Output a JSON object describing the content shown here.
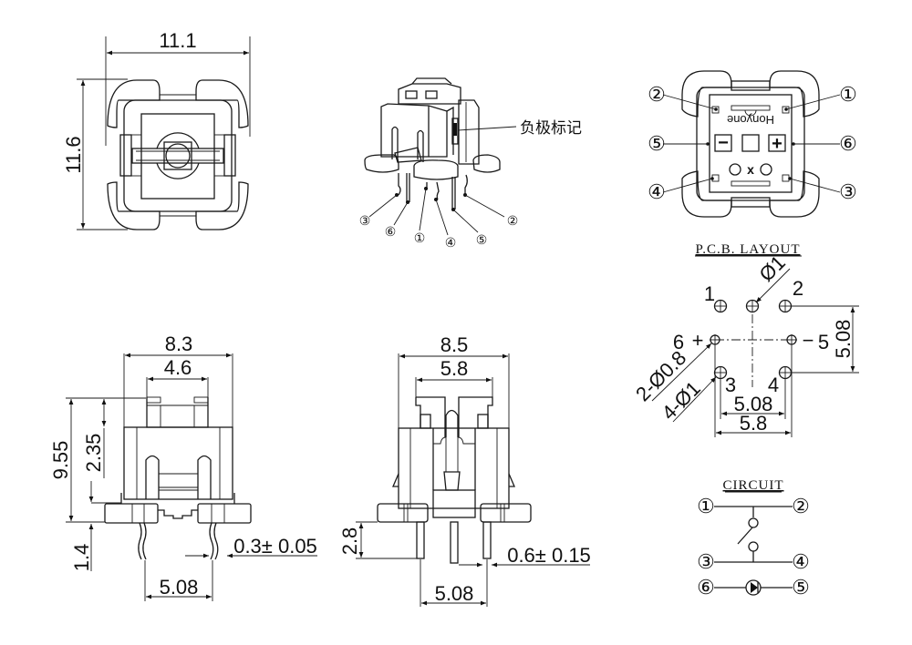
{
  "drawing": {
    "title": "Illuminated tactile switch 6-pin mechanical drawing",
    "top_view": {
      "width_dim": "11.1",
      "height_dim": "11.6"
    },
    "iso_view": {
      "callout_label": "负极标记",
      "pin_labels": [
        "③",
        "⑥",
        "①",
        "④",
        "⑤",
        "②"
      ]
    },
    "bottom_view": {
      "brand_text": "Honyone",
      "minus_symbol": "−",
      "plus_symbol": "+",
      "x_mark": "x",
      "pin_labels": {
        "p1": "①",
        "p2": "②",
        "p3": "③",
        "p4": "④",
        "p5": "⑤",
        "p6": "⑥"
      }
    },
    "pcb_layout": {
      "title": "P.C.B.  LAYOUT",
      "hole_dia_center": "Ø1",
      "led_holes": "2-Ø0.8",
      "switch_holes": "4-Ø1",
      "pin_numbers": {
        "p1": "1",
        "p2": "2",
        "p3": "3",
        "p4": "4",
        "p5": "5",
        "p6": "6"
      },
      "plus": "+",
      "minus": "−",
      "dim_vertical": "5.08",
      "dim_inner": "5.08",
      "dim_outer": "5.8"
    },
    "front_view": {
      "dim_width": "8.3",
      "dim_cap": "4.6",
      "dim_height": "9.55",
      "dim_travel": "2.35",
      "dim_pin_len": "1.4",
      "dim_pin_thk": "0.3± 0.05",
      "dim_pitch": "5.08"
    },
    "side_view": {
      "dim_width": "8.5",
      "dim_cap": "5.8",
      "dim_pin_len": "2.8",
      "dim_pin_thk": "0.6± 0.15",
      "dim_pitch": "5.08"
    },
    "circuit": {
      "title": "CIRCUIT",
      "pins": {
        "p1": "①",
        "p2": "②",
        "p3": "③",
        "p4": "④",
        "p5": "⑤",
        "p6": "⑥"
      }
    }
  }
}
